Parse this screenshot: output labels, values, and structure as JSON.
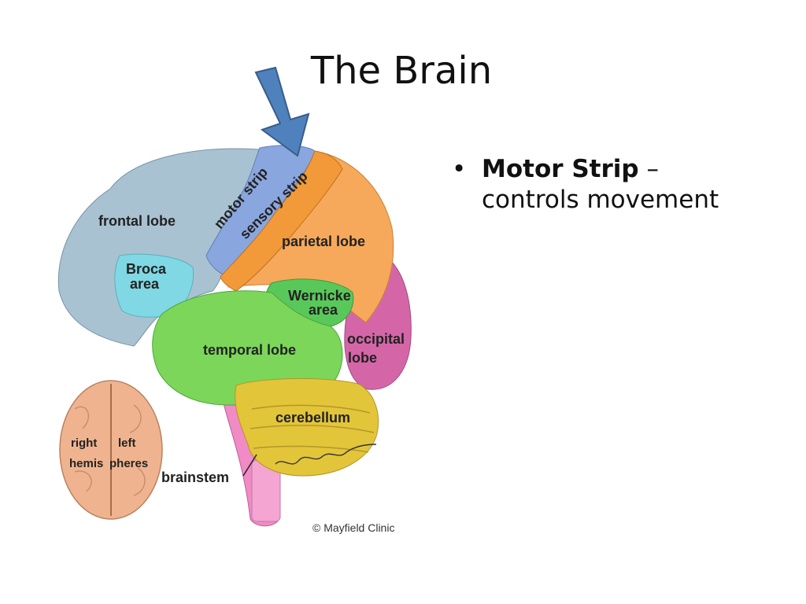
{
  "slide": {
    "title": "The Brain",
    "bullets": [
      {
        "term": "Motor Strip",
        "dash": "–",
        "text": "controls movement"
      }
    ]
  },
  "diagram": {
    "labels": {
      "frontal_lobe": "frontal lobe",
      "motor_strip": "motor strip",
      "sensory_strip": "sensory strip",
      "parietal_lobe": "parietal lobe",
      "broca_1": "Broca",
      "broca_2": "area",
      "wernicke_1": "Wernicke",
      "wernicke_2": "area",
      "temporal_lobe": "temporal lobe",
      "occipital_1": "occipital",
      "occipital_2": "lobe",
      "cerebellum": "cerebellum",
      "brainstem": "brainstem",
      "right": "right",
      "left": "left",
      "hemispheres_1": "hemis",
      "hemispheres_2": "pheres",
      "credit": "© Mayfield Clinic"
    },
    "colors": {
      "frontal": "#a9c2d2",
      "motor": "#8aa6de",
      "sensory": "#f29a3a",
      "parietal": "#f6a95a",
      "broca": "#7fd8e3",
      "wernicke": "#59c85a",
      "temporal": "#7cd65a",
      "occipital": "#d466a8",
      "cerebellum": "#e3c53a",
      "brainstem": "#f08bc6",
      "hemisphere": "#efb48f",
      "arrow": "#4f81bd"
    }
  }
}
